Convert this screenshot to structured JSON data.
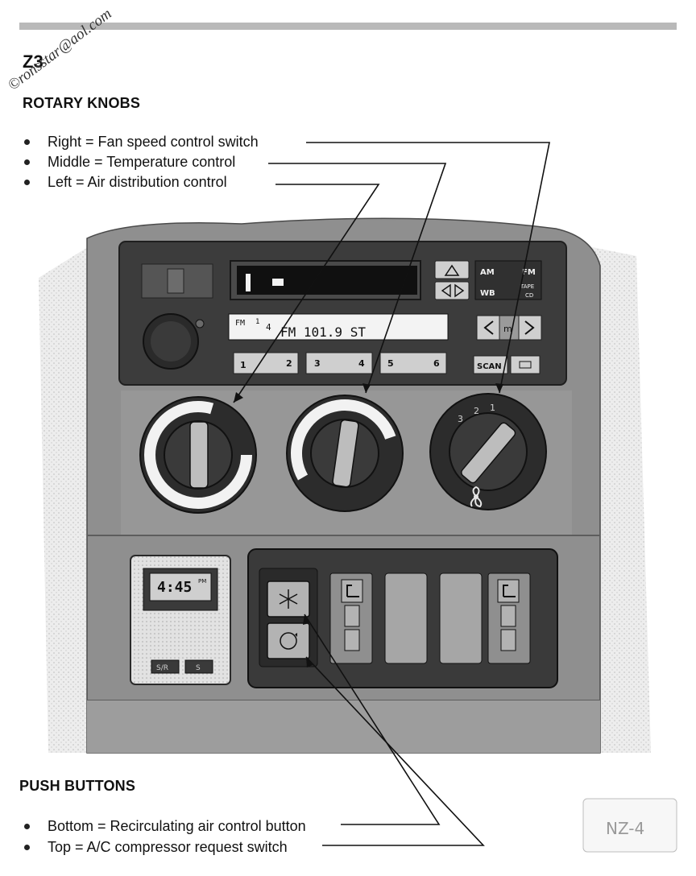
{
  "model": "Z3",
  "watermark": "©ronsstar@aol.com",
  "rotary": {
    "heading": "ROTARY KNOBS",
    "items": [
      {
        "text": "Right  =  Fan speed control switch"
      },
      {
        "text": "Middle = Temperature control"
      },
      {
        "text": "Left =  Air distribution control"
      }
    ]
  },
  "push": {
    "heading": "PUSH BUTTONS",
    "items": [
      {
        "text": "Bottom = Recirculating air control button"
      },
      {
        "text": "Top = A/C compressor request switch"
      }
    ]
  },
  "radio": {
    "am": "AM",
    "fm": "FM",
    "wb": "WB",
    "tape": "TAPE",
    "cd": "CD",
    "band": "FM",
    "preset_num": "1",
    "sub": "4",
    "freq_text": "FM  101.9  ST",
    "presets": [
      "1",
      "2",
      "3",
      "4",
      "5",
      "6"
    ],
    "scan": "SCAN",
    "m": "m"
  },
  "clock": {
    "time": "4:45",
    "pm": "PM",
    "btn1": "S/R",
    "btn2": "S"
  },
  "fan_numbers": [
    "3",
    "2",
    "1"
  ],
  "plate": "NZ-4"
}
